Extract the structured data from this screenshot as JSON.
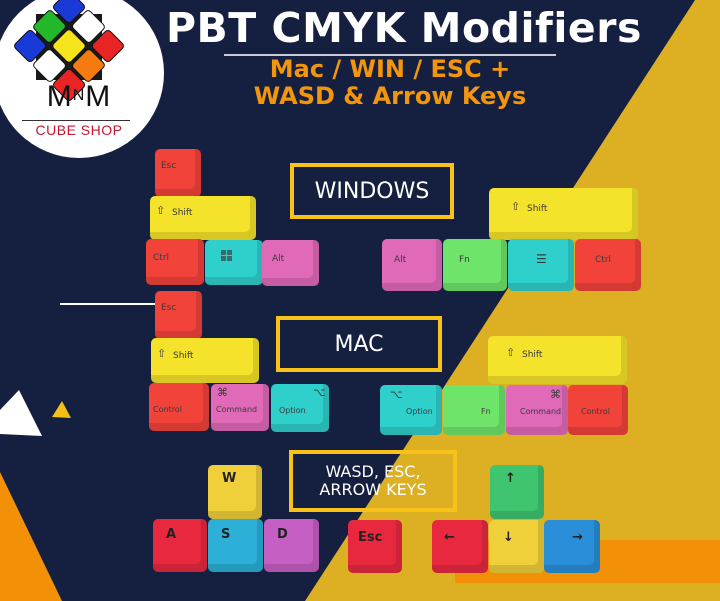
{
  "logo": {
    "name": "MnM",
    "name_left": "M",
    "name_mid": "N",
    "name_right": "M",
    "tagline": "CUBE SHOP",
    "cube_colors": [
      "#1a3ad8",
      "#22b82a",
      "#ffffff",
      "#1a3ad8",
      "#f5e41c",
      "#e82424",
      "#ffffff",
      "#f57b10",
      "#e82424"
    ]
  },
  "header": {
    "title": "PBT CMYK Modifiers",
    "subtitle_line1": "Mac / WIN / ESC +",
    "subtitle_line2": "WASD & Arrow Keys"
  },
  "sections": {
    "windows": {
      "label": "WINDOWS"
    },
    "mac": {
      "label": "MAC"
    },
    "wasd": {
      "label_line1": "WASD, ESC,",
      "label_line2": "ARROW KEYS"
    }
  },
  "keys": {
    "windows_left": {
      "esc": "Esc",
      "shift": "Shift",
      "ctrl": "Ctrl",
      "win": "windows-logo",
      "alt": "Alt"
    },
    "windows_right": {
      "shift": "Shift",
      "alt": "Alt",
      "fn": "Fn",
      "menu": "menu",
      "ctrl": "Ctrl"
    },
    "mac_left": {
      "esc": "Esc",
      "shift": "Shift",
      "control": "Control",
      "command": "Command",
      "command_sym": "⌘",
      "option": "Option",
      "option_sym": "⌥"
    },
    "mac_right": {
      "shift": "Shift",
      "option": "Option",
      "option_sym": "⌥",
      "fn": "Fn",
      "command": "Command",
      "command_sym": "⌘",
      "control": "Control"
    },
    "wasd": {
      "w": "W",
      "a": "A",
      "s": "S",
      "d": "D",
      "esc": "Esc"
    },
    "arrows": {
      "up": "↑",
      "left": "←",
      "down": "↓",
      "right": "→"
    }
  },
  "colors": {
    "background": "#152040",
    "accent_yellow": "#dcb022",
    "accent_orange": "#f29108",
    "box_border": "#f8c21a",
    "subtitle": "#f4960c"
  }
}
